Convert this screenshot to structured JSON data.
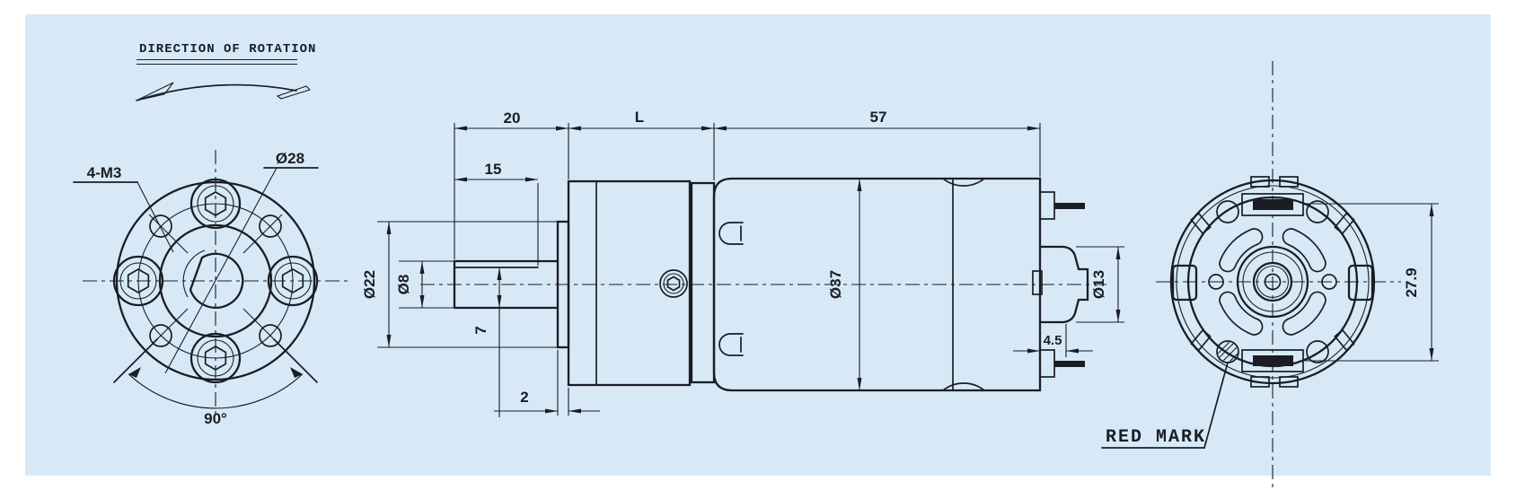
{
  "colors": {
    "page_bg": "#ffffff",
    "panel_bg": "#d7e9f7",
    "line": "#1a1d23"
  },
  "header": {
    "rotation_label": "DIRECTION OF ROTATION"
  },
  "front_view": {
    "thread_label": "4-M3",
    "bolt_circle_label": "Ø28",
    "angle_label": "90°"
  },
  "side_view": {
    "shaft_length": "20",
    "gear_length": "L",
    "motor_length": "57",
    "flat_length": "15",
    "pilot_dia": "Ø22",
    "shaft_dia": "Ø8",
    "flat_height": "7",
    "pilot_depth": "2",
    "motor_dia": "Ø37",
    "bushing_dia": "Ø13",
    "bushing_depth": "4.5"
  },
  "rear_view": {
    "terminal_span": "27.9",
    "red_mark": "RED MARK"
  }
}
